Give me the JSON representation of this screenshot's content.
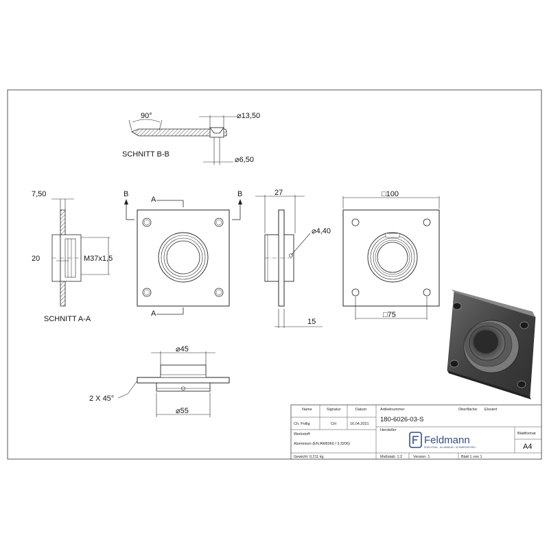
{
  "sections": {
    "schnitt_bb": "SCHNITT B-B",
    "schnitt_aa": "SCHNITT A-A"
  },
  "markers": {
    "a": "A",
    "b": "B"
  },
  "dimensions": {
    "angle_90": "90°",
    "dia_13_50": "⌀13,50",
    "dia_6_50": "⌀6,50",
    "d_7_50": "7,50",
    "d_20": "20",
    "thread": "M37x1,5",
    "d_27": "27",
    "dia_4_40": "⌀4,40",
    "d_15": "15",
    "sq_100": "□100",
    "sq_75": "□75",
    "dia_45": "⌀45",
    "dia_55": "⌀55",
    "chamfer": "2 X 45°"
  },
  "title_block": {
    "hdr_name": "Name",
    "hdr_signatur": "Signatur",
    "hdr_datum": "Datum",
    "name_value": "Ch. Pollig",
    "signatur_value": "CH",
    "datum_value": "16.04.2021",
    "artikelnummer_label": "Artikelnummer",
    "artikelnummer_value": "180-6026-03-S",
    "oberflaeche_label": "Oberfläche:",
    "oberflaeche_value": "Eloxiert",
    "hersteller_label": "Hersteller",
    "werkstoff_label": "Werkstoff:",
    "werkstoff_value": "Aluminium (EN AW6060 / 3.3206)",
    "gewicht": "Gewicht: 0,211 kg",
    "massstab": "Maßstab: 1:2",
    "version": "Version: 1",
    "blatt": "Blatt 1 von 1",
    "blattformat_label": "Blattformat",
    "blattformat_value": "A4",
    "logo_text": "Feldmann",
    "logo_tagline": "EDELSTAHL - ALUMINIUM - SCHMIEDEEISEN"
  }
}
